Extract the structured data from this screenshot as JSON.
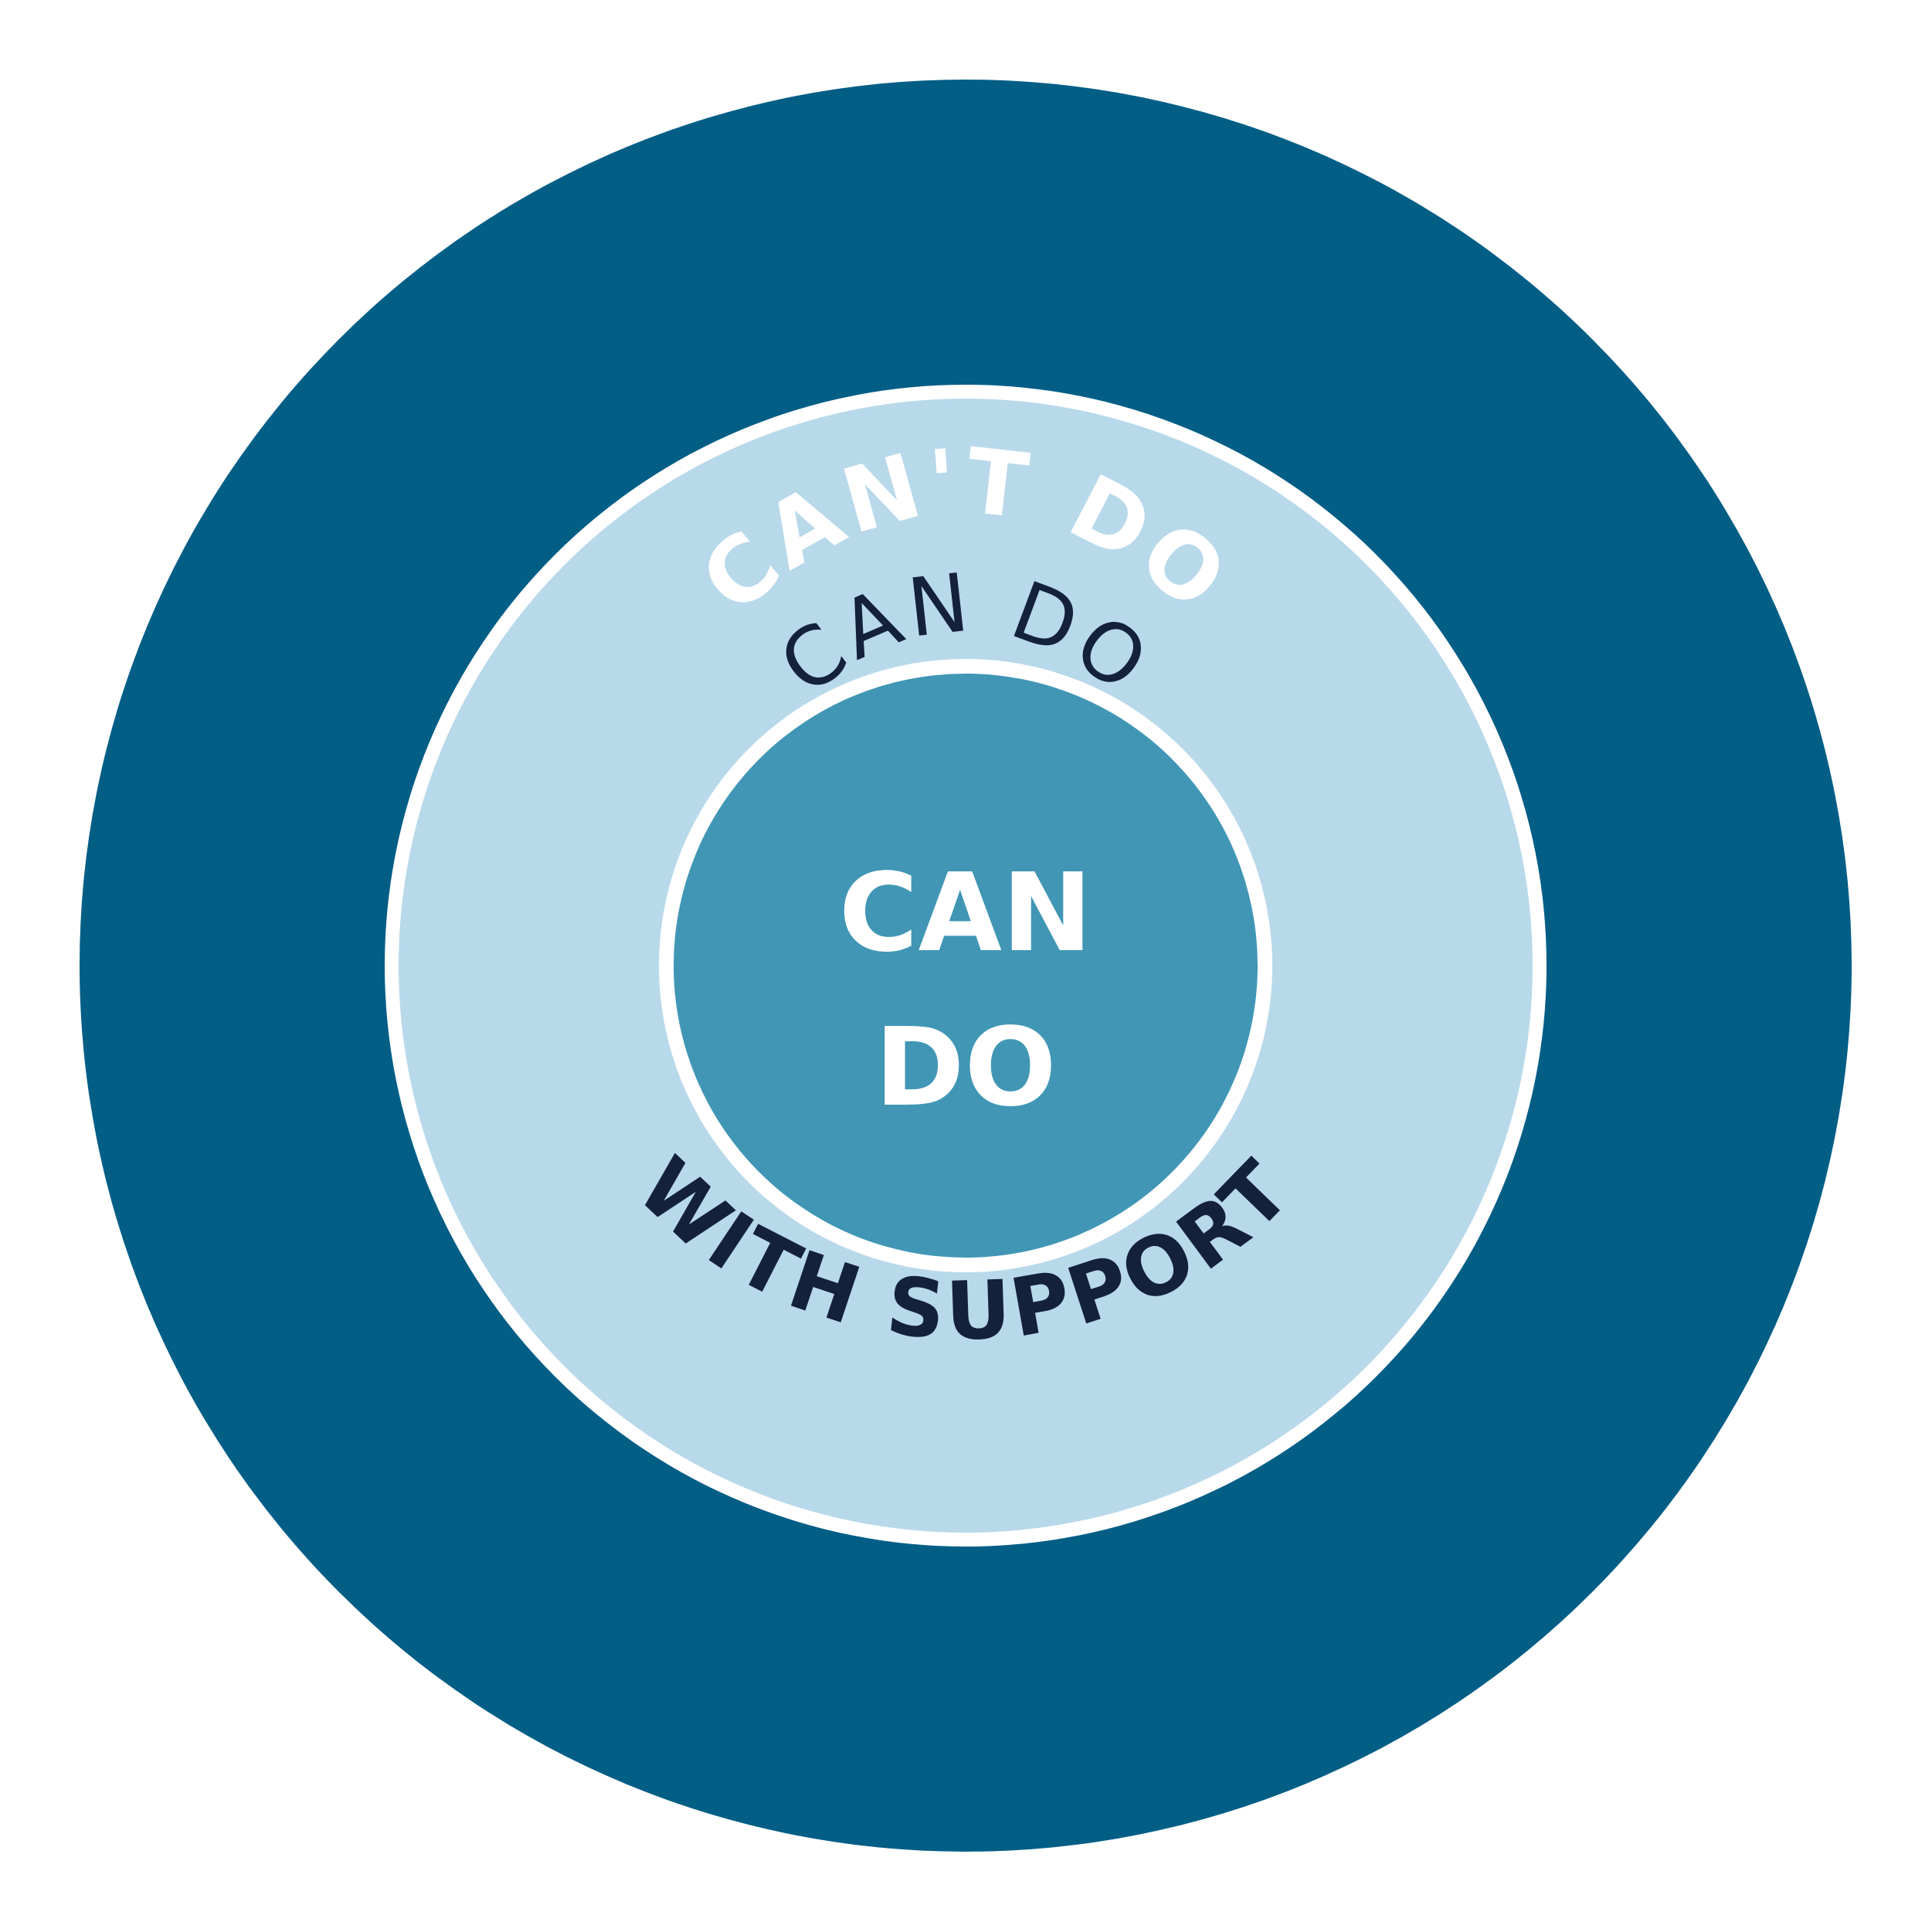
{
  "labels": {
    "outer": "CAN'T DO",
    "middle_top": "CAN DO",
    "middle_bottom": "WITH SUPPORT",
    "center_line1": "CAN",
    "center_line2": "DO"
  },
  "colors": {
    "background": "#ffffff",
    "outer_ring": "#035e86",
    "middle_ring": "#b8d9ea",
    "inner_circle": "#4196b5",
    "separator": "#ffffff",
    "light_text": "#ffffff",
    "dark_text": "#14213a"
  }
}
